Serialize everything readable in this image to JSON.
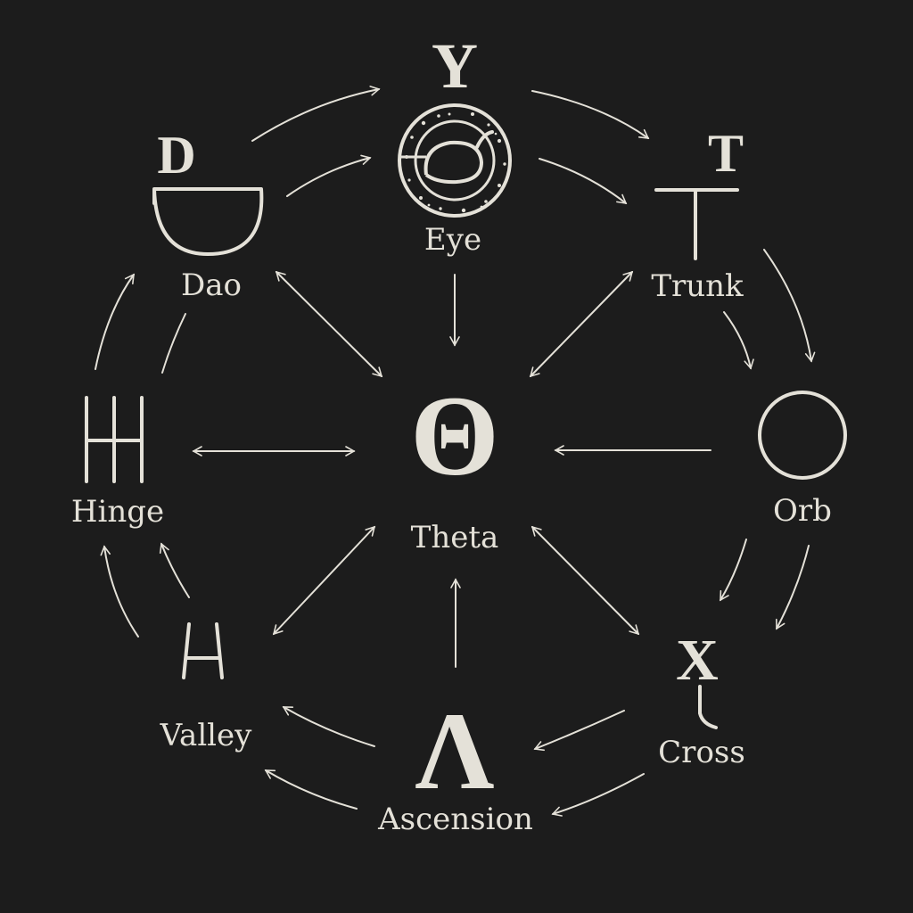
{
  "colors": {
    "background": "#1c1c1c",
    "ink": "#e4e1d8"
  },
  "center": {
    "glyph": "Θ",
    "label": "Theta",
    "icon": "theta-icon"
  },
  "nodes": {
    "eye": {
      "letter": "Y",
      "label": "Eye",
      "icon": "eye-ring-icon"
    },
    "trunk": {
      "letter": "T",
      "label": "Trunk",
      "icon": "trunk-t-icon"
    },
    "orb": {
      "label": "Orb",
      "icon": "circle-icon"
    },
    "cross": {
      "letter": "X",
      "label": "Cross",
      "icon": "cross-x-icon"
    },
    "ascension": {
      "glyph": "Λ",
      "label": "Ascension",
      "icon": "lambda-icon"
    },
    "valley": {
      "label": "Valley",
      "icon": "valley-h-icon"
    },
    "hinge": {
      "label": "Hinge",
      "icon": "hinge-bars-icon"
    },
    "dao": {
      "letter": "D",
      "label": "Dao",
      "icon": "bowl-icon"
    }
  }
}
